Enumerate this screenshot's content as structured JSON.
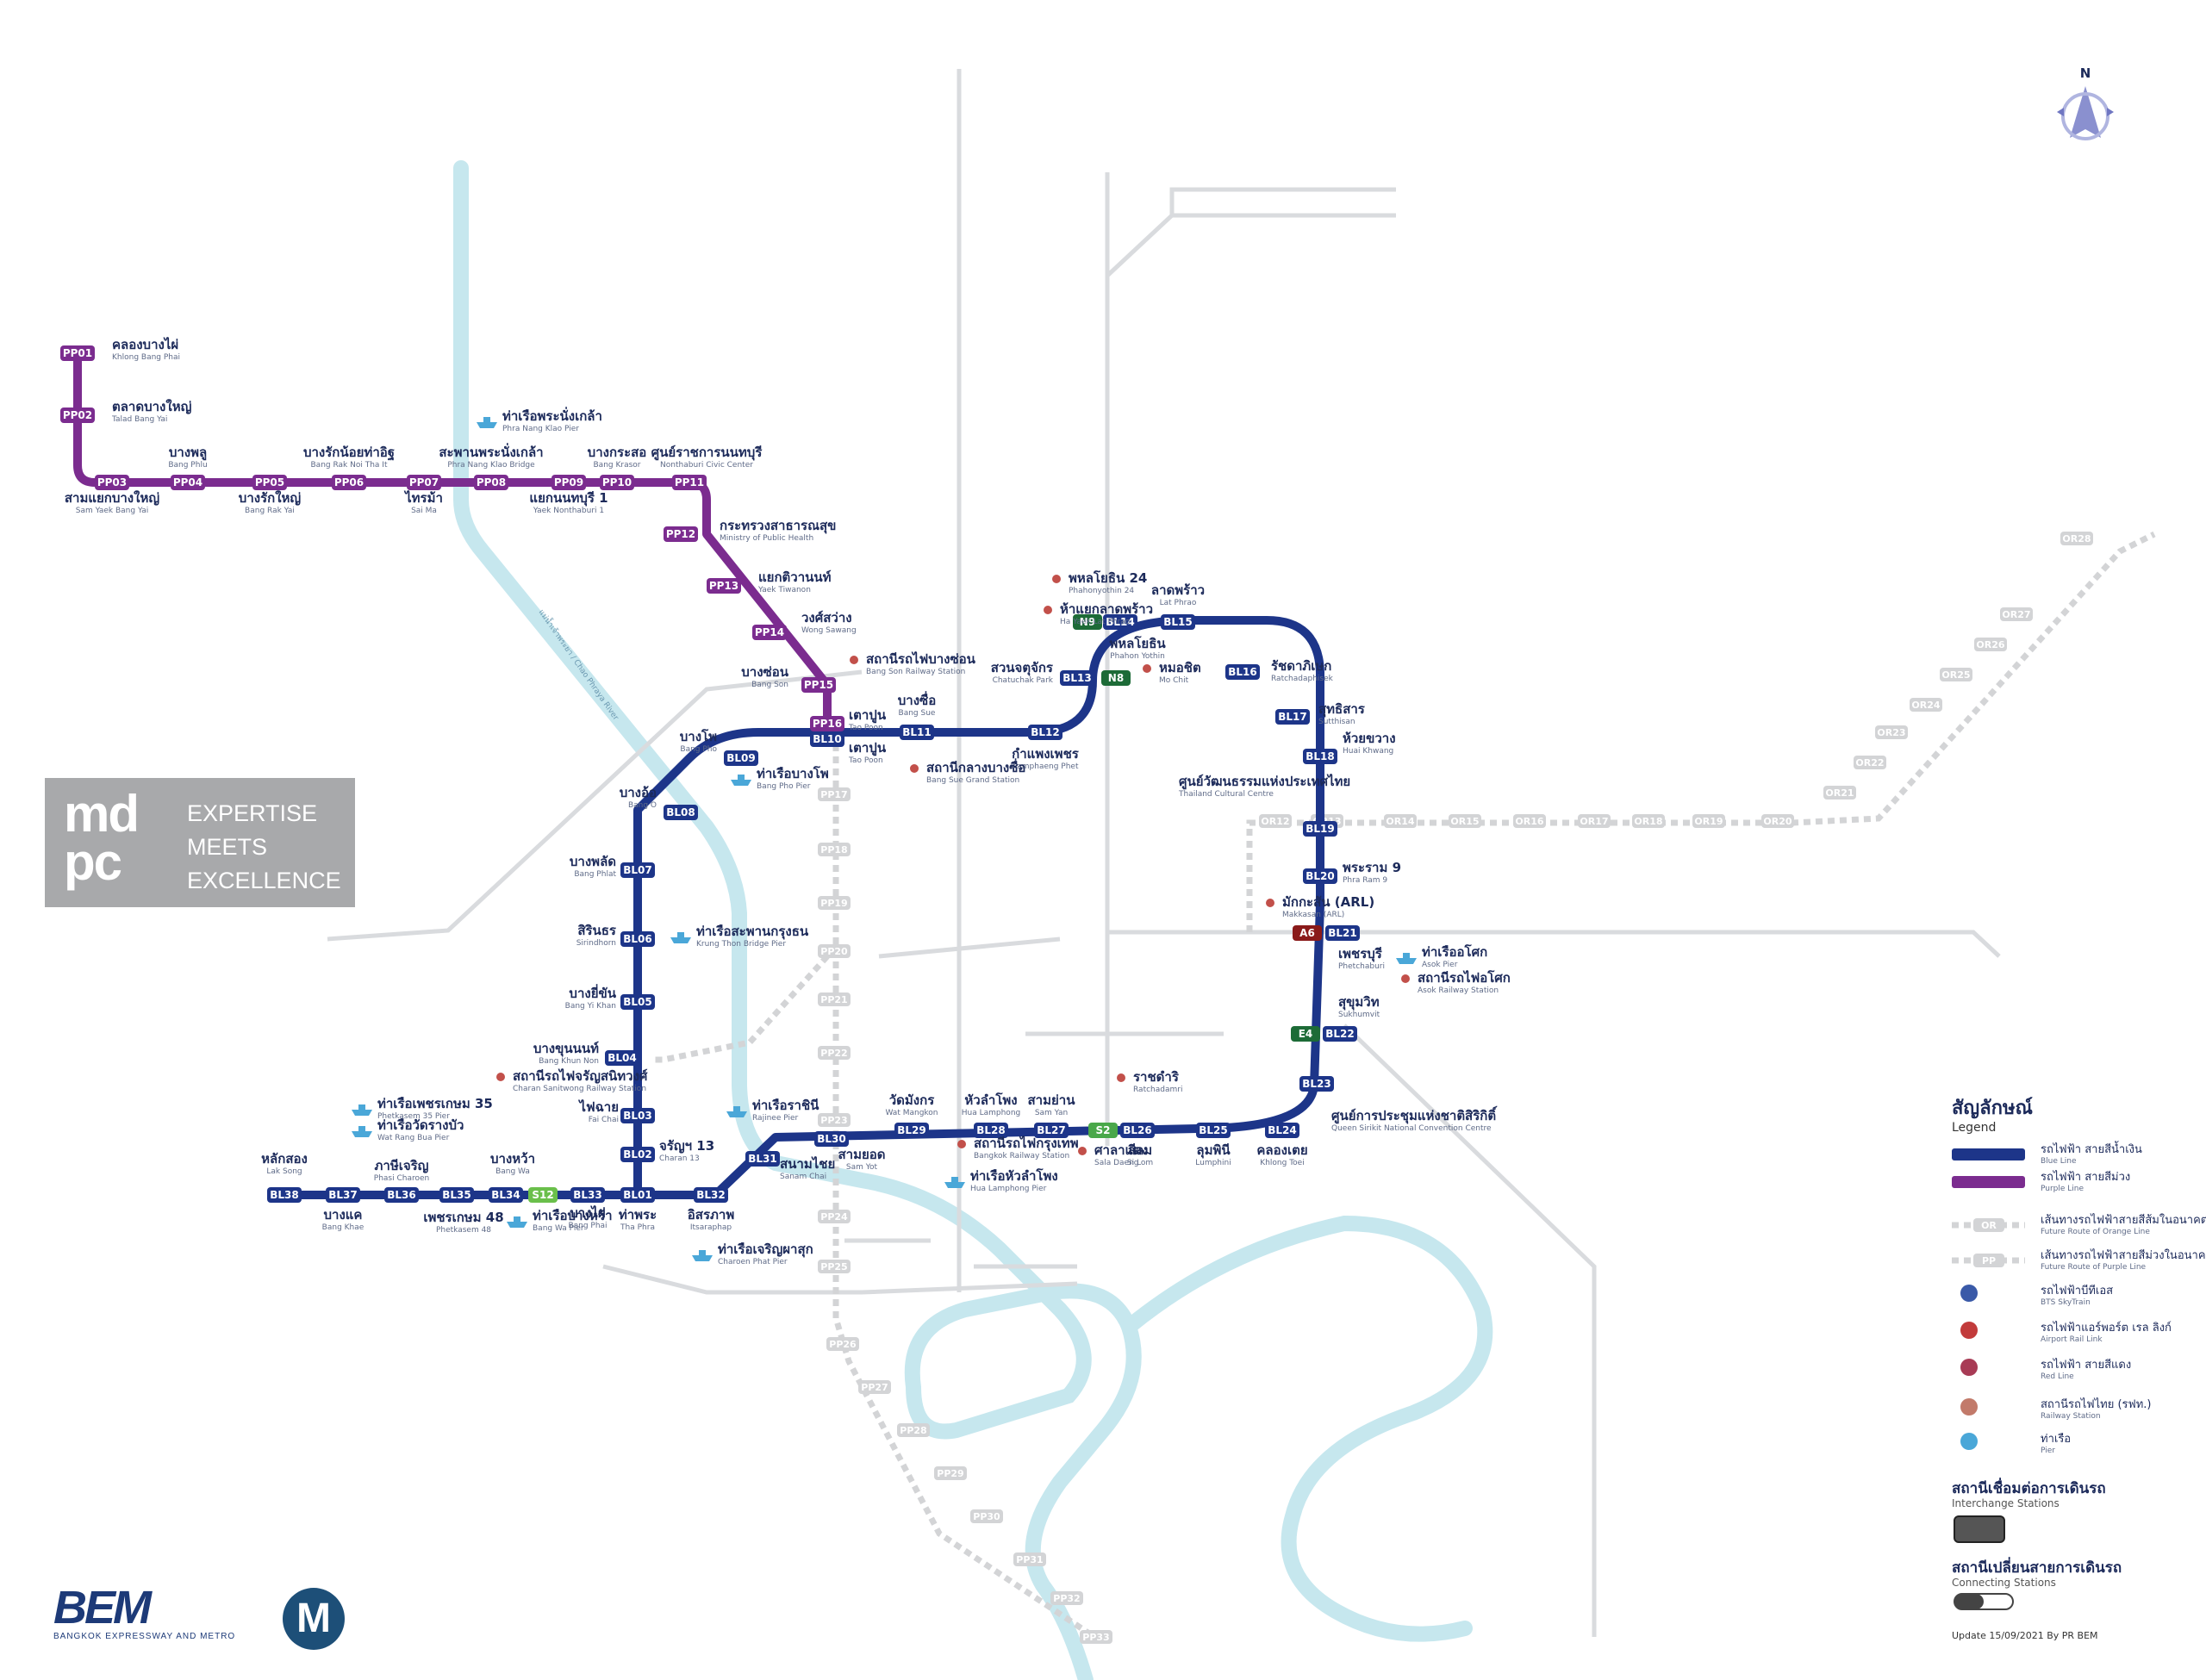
{
  "brand": {
    "mdpc_mark": "md pc",
    "mdpc_tagline": [
      "EXPERTISE",
      "MEETS",
      "EXCELLENCE"
    ],
    "bem_mark": "BEM",
    "bem_sub": "BANGKOK EXPRESSWAY AND METRO",
    "m_mark": "M"
  },
  "compass": {
    "north": "N"
  },
  "colors": {
    "blue_line": "#1d3589",
    "purple_line": "#7b2c8f",
    "river": "#c6e7ee",
    "green_line": "#1d6b37",
    "arl": "#8a1a1a",
    "future": "#d3d4d6"
  },
  "legend": {
    "title": "สัญลักษณ์",
    "subtitle": "Legend",
    "items": [
      {
        "th": "รถไฟฟ้า สายสีน้ำเงิน",
        "en": "Blue Line"
      },
      {
        "th": "รถไฟฟ้า สายสีม่วง",
        "en": "Purple Line"
      },
      {
        "th": "เส้นทางรถไฟฟ้าสายสีส้มในอนาคต",
        "en": "Future Route of Orange Line",
        "badge": "OR"
      },
      {
        "th": "เส้นทางรถไฟฟ้าสายสีม่วงในอนาคต",
        "en": "Future Route of Purple Line",
        "badge": "PP"
      },
      {
        "th": "รถไฟฟ้าบีทีเอส",
        "en": "BTS SkyTrain"
      },
      {
        "th": "รถไฟฟ้าแอร์พอร์ต เรล ลิงก์",
        "en": "Airport Rail Link"
      },
      {
        "th": "รถไฟฟ้า สายสีแดง",
        "en": "Red Line"
      },
      {
        "th": "สถานีรถไฟไทย (รฟท.)",
        "en": "Railway Station"
      },
      {
        "th": "ท่าเรือ",
        "en": "Pier"
      }
    ],
    "interchange": {
      "th": "สถานีเชื่อมต่อการเดินรถ",
      "en": "Interchange Stations"
    },
    "connecting": {
      "th": "สถานีเปลี่ยนสายการเดินรถ",
      "en": "Connecting Stations"
    },
    "update": "Update 15/09/2021 By PR BEM"
  },
  "purple_line": [
    {
      "code": "PP01",
      "th": "คลองบางไผ่",
      "en": "Khlong Bang Phai"
    },
    {
      "code": "PP02",
      "th": "ตลาดบางใหญ่",
      "en": "Talad Bang Yai"
    },
    {
      "code": "PP03",
      "th": "สามแยกบางใหญ่",
      "en": "Sam Yaek Bang Yai"
    },
    {
      "code": "PP04",
      "th": "บางพลู",
      "en": "Bang Phlu"
    },
    {
      "code": "PP05",
      "th": "บางรักใหญ่",
      "en": "Bang Rak Yai"
    },
    {
      "code": "PP06",
      "th": "บางรักน้อยท่าอิฐ",
      "en": "Bang Rak Noi Tha It"
    },
    {
      "code": "PP07",
      "th": "ไทรม้า",
      "en": "Sai Ma"
    },
    {
      "code": "PP08",
      "th": "สะพานพระนั่งเกล้า",
      "en": "Phra Nang Klao Bridge"
    },
    {
      "code": "PP09",
      "th": "แยกนนทบุรี 1",
      "en": "Yaek Nonthaburi 1"
    },
    {
      "code": "PP10",
      "th": "บางกระสอ",
      "en": "Bang Krasor"
    },
    {
      "code": "PP11",
      "th": "ศูนย์ราชการนนทบุรี",
      "en": "Nonthaburi Civic Center"
    },
    {
      "code": "PP12",
      "th": "กระทรวงสาธารณสุข",
      "en": "Ministry of Public Health"
    },
    {
      "code": "PP13",
      "th": "แยกติวานนท์",
      "en": "Yaek Tiwanon"
    },
    {
      "code": "PP14",
      "th": "วงศ์สว่าง",
      "en": "Wong Sawang"
    },
    {
      "code": "PP15",
      "th": "บางซ่อน",
      "en": "Bang Son"
    },
    {
      "code": "PP16",
      "th": "เตาปูน",
      "en": "Tao Poon"
    }
  ],
  "blue_line": [
    {
      "code": "BL01",
      "th": "ท่าพระ",
      "en": "Tha Phra"
    },
    {
      "code": "BL02",
      "th": "จรัญฯ 13",
      "en": "Charan 13"
    },
    {
      "code": "BL03",
      "th": "ไฟฉาย",
      "en": "Fai Chai"
    },
    {
      "code": "BL04",
      "th": "บางขุนนนท์",
      "en": "Bang Khun Non"
    },
    {
      "code": "BL05",
      "th": "บางยี่ขัน",
      "en": "Bang Yi Khan"
    },
    {
      "code": "BL06",
      "th": "สิรินธร",
      "en": "Sirindhorn"
    },
    {
      "code": "BL07",
      "th": "บางพลัด",
      "en": "Bang Phlat"
    },
    {
      "code": "BL08",
      "th": "บางอ้อ",
      "en": "Bang O"
    },
    {
      "code": "BL09",
      "th": "บางโพ",
      "en": "Bang Pho"
    },
    {
      "code": "BL10",
      "th": "เตาปูน",
      "en": "Tao Poon"
    },
    {
      "code": "BL11",
      "th": "บางซื่อ",
      "en": "Bang Sue"
    },
    {
      "code": "BL12",
      "th": "กำแพงเพชร",
      "en": "Kamphaeng Phet"
    },
    {
      "code": "BL13",
      "th": "สวนจตุจักร",
      "en": "Chatuchak Park"
    },
    {
      "code": "BL14",
      "th": "พหลโยธิน",
      "en": "Phahon Yothin"
    },
    {
      "code": "BL15",
      "th": "ลาดพร้าว",
      "en": "Lat Phrao"
    },
    {
      "code": "BL16",
      "th": "รัชดาภิเษก",
      "en": "Ratchadaphisek"
    },
    {
      "code": "BL17",
      "th": "สุทธิสาร",
      "en": "Sutthisan"
    },
    {
      "code": "BL18",
      "th": "ห้วยขวาง",
      "en": "Huai Khwang"
    },
    {
      "code": "BL19",
      "th": "ศูนย์วัฒนธรรมแห่งประเทศไทย",
      "en": "Thailand Cultural Centre"
    },
    {
      "code": "BL20",
      "th": "พระราม 9",
      "en": "Phra Ram 9"
    },
    {
      "code": "BL21",
      "th": "เพชรบุรี",
      "en": "Phetchaburi"
    },
    {
      "code": "BL22",
      "th": "สุขุมวิท",
      "en": "Sukhumvit"
    },
    {
      "code": "BL23",
      "th": "ศูนย์การประชุมแห่งชาติสิริกิติ์",
      "en": "Queen Sirikit National Convention Centre"
    },
    {
      "code": "BL24",
      "th": "คลองเตย",
      "en": "Khlong Toei"
    },
    {
      "code": "BL25",
      "th": "ลุมพินี",
      "en": "Lumphini"
    },
    {
      "code": "BL26",
      "th": "สีลม",
      "en": "Si Lom"
    },
    {
      "code": "BL27",
      "th": "สามย่าน",
      "en": "Sam Yan"
    },
    {
      "code": "BL28",
      "th": "หัวลำโพง",
      "en": "Hua Lamphong"
    },
    {
      "code": "BL29",
      "th": "วัดมังกร",
      "en": "Wat Mangkon"
    },
    {
      "code": "BL30",
      "th": "สามยอด",
      "en": "Sam Yot"
    },
    {
      "code": "BL31",
      "th": "สนามไชย",
      "en": "Sanam Chai"
    },
    {
      "code": "BL32",
      "th": "อิสรภาพ",
      "en": "Itsaraphap"
    },
    {
      "code": "BL33",
      "th": "บางไผ่",
      "en": "Bang Phai"
    },
    {
      "code": "BL34",
      "th": "บางหว้า",
      "en": "Bang Wa"
    },
    {
      "code": "BL35",
      "th": "เพชรเกษม 48",
      "en": "Phetkasem 48"
    },
    {
      "code": "BL36",
      "th": "ภาษีเจริญ",
      "en": "Phasi Charoen"
    },
    {
      "code": "BL37",
      "th": "บางแค",
      "en": "Bang Khae"
    },
    {
      "code": "BL38",
      "th": "หลักสอง",
      "en": "Lak Song"
    }
  ],
  "interchange_badges": [
    {
      "code": "N9"
    },
    {
      "code": "N8"
    },
    {
      "code": "A6"
    },
    {
      "code": "E4"
    },
    {
      "code": "S2"
    },
    {
      "code": "S12"
    }
  ],
  "piers": [
    {
      "th": "ท่าเรือพระนั่งเกล้า",
      "en": "Phra Nang Klao Pier"
    },
    {
      "th": "ท่าเรือบางโพ",
      "en": "Bang Pho Pier"
    },
    {
      "th": "ท่าเรือสะพานกรุงธน",
      "en": "Krung Thon Bridge Pier"
    },
    {
      "th": "ท่าเรือราชินี",
      "en": "Rajinee Pier"
    },
    {
      "th": "ท่าเรือหัวลำโพง",
      "en": "Hua Lamphong Pier"
    },
    {
      "th": "ท่าเรือเพชรเกษม 35",
      "en": "Phetkasem 35 Pier"
    },
    {
      "th": "ท่าเรือวัดรางบัว",
      "en": "Wat Rang Bua Pier"
    },
    {
      "th": "ท่าเรือบางหว้า",
      "en": "Bang Wa Pier"
    },
    {
      "th": "ท่าเรือเจริญผาสุก",
      "en": "Charoen Phat Pier"
    },
    {
      "th": "ท่าเรืออโศก",
      "en": "Asok Pier"
    }
  ],
  "rail_stations": [
    {
      "th": "ห้าแยกลาดพร้าว",
      "en": "Ha Yaek Lat Phrao"
    },
    {
      "th": "พหลโยธิน 24",
      "en": "Phahonyothin 24"
    },
    {
      "th": "หมอชิต",
      "en": "Mo Chit"
    },
    {
      "th": "สถานีรถไฟบางซ่อน",
      "en": "Bang Son Railway Station"
    },
    {
      "th": "สถานีกลางบางซื่อ",
      "en": "Bang Sue Grand Station"
    },
    {
      "th": "สถานีรถไฟจรัญสนิทวงศ์",
      "en": "Charan Sanitwong Railway Station"
    },
    {
      "th": "สถานีรถไฟกรุงเทพ",
      "en": "Bangkok Railway Station"
    },
    {
      "th": "สถานีรถไฟอโศก",
      "en": "Asok Railway Station"
    },
    {
      "th": "มักกะสัน (ARL)",
      "en": "Makkasan (ARL)"
    },
    {
      "th": "ศาลาแดง",
      "en": "Sala Daeng"
    },
    {
      "th": "ราชดำริ",
      "en": "Ratchadamri"
    }
  ],
  "future_orange": [
    {
      "code": "OR12"
    },
    {
      "code": "OR13"
    },
    {
      "code": "OR14"
    },
    {
      "code": "OR15"
    },
    {
      "code": "OR16"
    },
    {
      "code": "OR17"
    },
    {
      "code": "OR18"
    },
    {
      "code": "OR19"
    },
    {
      "code": "OR20"
    },
    {
      "code": "OR21"
    },
    {
      "code": "OR22"
    },
    {
      "code": "OR23"
    },
    {
      "code": "OR24"
    },
    {
      "code": "OR25"
    },
    {
      "code": "OR26"
    },
    {
      "code": "OR27"
    },
    {
      "code": "OR28"
    }
  ],
  "future_purple": [
    {
      "code": "PP17"
    },
    {
      "code": "PP18"
    },
    {
      "code": "PP19"
    },
    {
      "code": "PP20"
    },
    {
      "code": "PP21"
    },
    {
      "code": "PP22"
    },
    {
      "code": "PP23"
    },
    {
      "code": "PP24"
    },
    {
      "code": "PP25"
    },
    {
      "code": "PP26"
    },
    {
      "code": "PP27"
    },
    {
      "code": "PP28"
    },
    {
      "code": "PP29"
    },
    {
      "code": "PP30"
    },
    {
      "code": "PP31"
    },
    {
      "code": "PP32"
    },
    {
      "code": "PP33"
    }
  ],
  "river_label": "แม่น้ำเจ้าพระยา / Chao Phraya River"
}
